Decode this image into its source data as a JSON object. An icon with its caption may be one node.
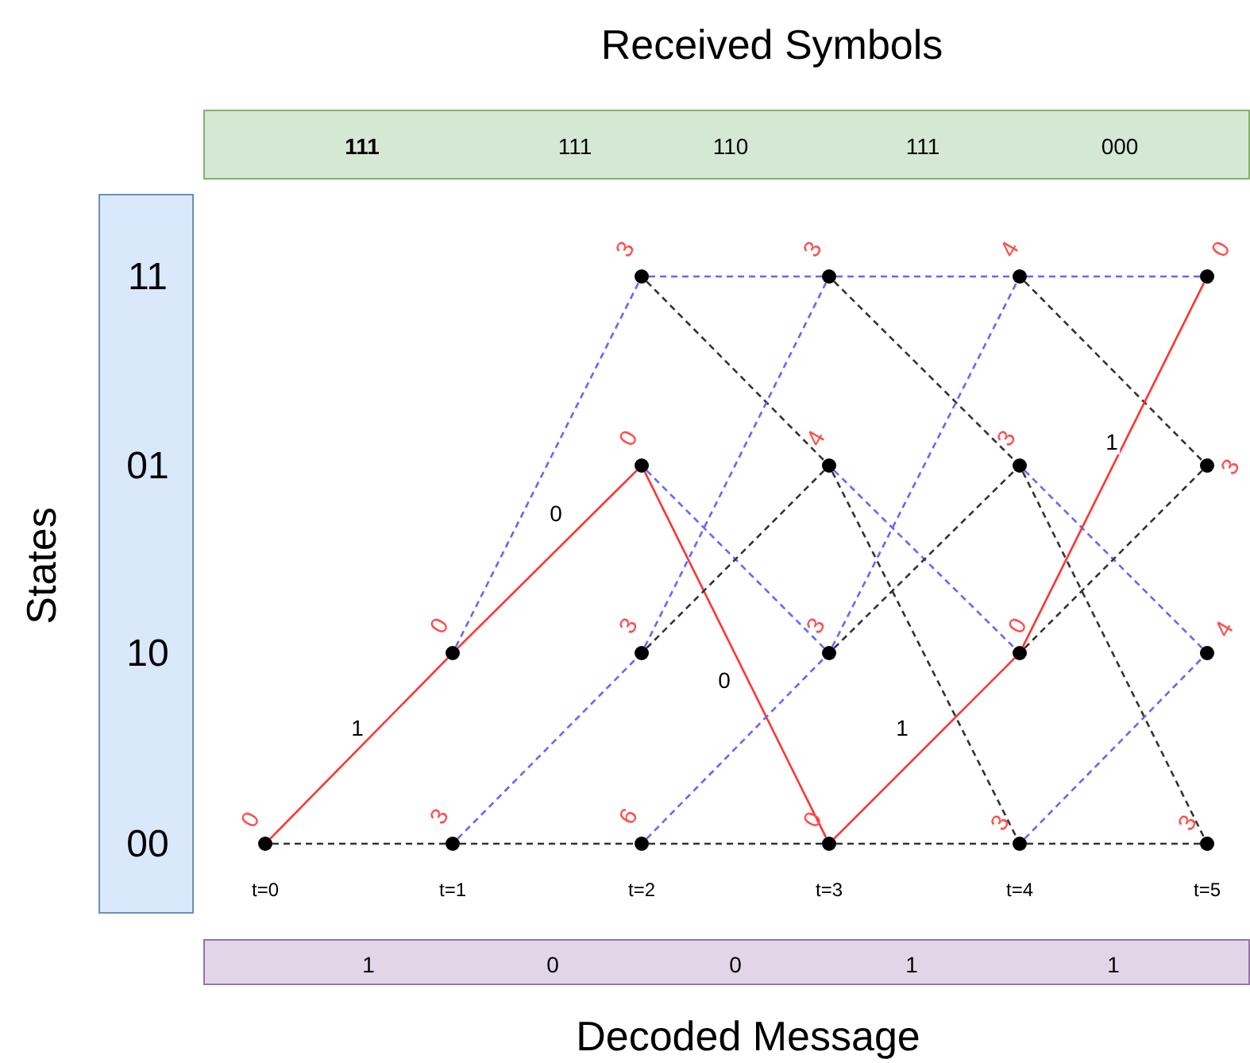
{
  "diagram": {
    "nodes": [
      {
        "text": [
          "Received Symbols",
          "111",
          "111",
          "110",
          "111",
          "000"
        ]
      },
      {
        "text": [
          "States",
          "11",
          "01",
          "10",
          "00"
        ]
      },
      {
        "text": [],
        "shape": "circle",
        "beside": [
          "0"
        ]
      },
      {
        "text": [],
        "shape": "circle",
        "beside": [
          "0"
        ]
      },
      {
        "text": [],
        "shape": "circle",
        "beside": [
          "3"
        ]
      },
      {
        "text": [],
        "shape": "circle",
        "beside": [
          "3"
        ]
      },
      {
        "text": [],
        "shape": "circle",
        "beside": [
          "0"
        ]
      },
      {
        "text": [],
        "shape": "circle",
        "beside": [
          "3"
        ]
      },
      {
        "text": [],
        "shape": "circle",
        "beside": [
          "6"
        ]
      },
      {
        "text": [],
        "shape": "circle",
        "beside": [
          "3"
        ]
      },
      {
        "text": [],
        "shape": "circle",
        "beside": [
          "4"
        ]
      },
      {
        "text": [],
        "shape": "circle",
        "beside": [
          "3"
        ]
      },
      {
        "text": [],
        "shape": "circle",
        "beside": [
          "0"
        ]
      },
      {
        "text": [],
        "shape": "circle",
        "beside": [
          "4"
        ]
      },
      {
        "text": [],
        "shape": "circle",
        "beside": [
          "3"
        ]
      },
      {
        "text": [],
        "shape": "circle",
        "beside": [
          "0"
        ]
      },
      {
        "text": [],
        "shape": "circle",
        "beside": [
          "3"
        ]
      },
      {
        "text": [],
        "shape": "circle",
        "beside": [
          "0"
        ]
      },
      {
        "text": [],
        "shape": "circle",
        "beside": [
          "3"
        ]
      },
      {
        "text": [],
        "shape": "circle",
        "beside": [
          "4"
        ]
      },
      {
        "text": [],
        "shape": "circle",
        "beside": [
          "3"
        ]
      },
      {
        "text": [
          "Decoded Message",
          "1",
          "0",
          "0",
          "1",
          "1"
        ]
      }
    ],
    "edges": [
      {
        "from": 2,
        "to": 4,
        "arrow": "none",
        "style": "dashed"
      },
      {
        "from": 2,
        "to": 3,
        "arrow": "none",
        "label": "1",
        "color": "#ff3333"
      },
      {
        "from": 3,
        "to": 5,
        "arrow": "none",
        "style": "dashed",
        "color": "#6666ff"
      },
      {
        "from": 3,
        "to": 6,
        "arrow": "none",
        "label": "0",
        "color": "#ff3333"
      },
      {
        "from": 4,
        "to": 8,
        "arrow": "none",
        "style": "dashed"
      },
      {
        "from": 4,
        "to": 7,
        "arrow": "none",
        "style": "dashed",
        "color": "#6666ff"
      },
      {
        "from": 5,
        "to": 9,
        "arrow": "none",
        "style": "dashed",
        "color": "#6666ff"
      },
      {
        "from": 5,
        "to": 10,
        "arrow": "none",
        "style": "dashed"
      },
      {
        "from": 6,
        "to": 11,
        "arrow": "none",
        "style": "dashed",
        "color": "#6666ff"
      },
      {
        "from": 6,
        "to": 12,
        "arrow": "none",
        "label": "0",
        "color": "#ff3333"
      },
      {
        "from": 7,
        "to": 9,
        "arrow": "none",
        "style": "dashed",
        "color": "#6666ff"
      },
      {
        "from": 7,
        "to": 10,
        "arrow": "none",
        "style": "dashed"
      },
      {
        "from": 8,
        "to": 12,
        "arrow": "none",
        "style": "dashed"
      },
      {
        "from": 8,
        "to": 11,
        "arrow": "none",
        "style": "dashed",
        "color": "#6666ff"
      },
      {
        "from": 9,
        "to": 13,
        "arrow": "none",
        "style": "dashed",
        "color": "#6666ff"
      },
      {
        "from": 9,
        "to": 14,
        "arrow": "none",
        "style": "dashed"
      },
      {
        "from": 10,
        "to": 16,
        "arrow": "none",
        "style": "dashed"
      },
      {
        "from": 10,
        "to": 15,
        "arrow": "none",
        "style": "dashed",
        "color": "#6666ff"
      },
      {
        "from": 11,
        "to": 14,
        "arrow": "none",
        "style": "dashed"
      },
      {
        "from": 11,
        "to": 13,
        "arrow": "none",
        "style": "dashed",
        "color": "#6666ff"
      },
      {
        "from": 12,
        "to": 16,
        "arrow": "none",
        "style": "dashed"
      },
      {
        "from": 12,
        "to": 15,
        "arrow": "none",
        "label": "1",
        "color": "#ff3333"
      },
      {
        "from": 13,
        "to": 17,
        "arrow": "none",
        "style": "dashed",
        "color": "#6666ff"
      },
      {
        "from": 13,
        "to": 18,
        "arrow": "none",
        "style": "dashed"
      },
      {
        "from": 14,
        "to": 20,
        "arrow": "none",
        "style": "dashed"
      },
      {
        "from": 14,
        "to": 19,
        "arrow": "none",
        "style": "dashed",
        "color": "#6666ff"
      },
      {
        "from": 15,
        "to": 18,
        "arrow": "none",
        "style": "dashed"
      },
      {
        "from": 15,
        "to": 17,
        "arrow": "none",
        "label": "1",
        "color": "#ff3333"
      },
      {
        "from": 16,
        "to": 20,
        "arrow": "none",
        "style": "dashed"
      },
      {
        "from": 16,
        "to": 19,
        "arrow": "none",
        "style": "dashed",
        "color": "#6666ff"
      }
    ],
    "labels": [
      "t=0",
      "t=1",
      "t=2",
      "t=3",
      "t=4",
      "t=5"
    ]
  }
}
